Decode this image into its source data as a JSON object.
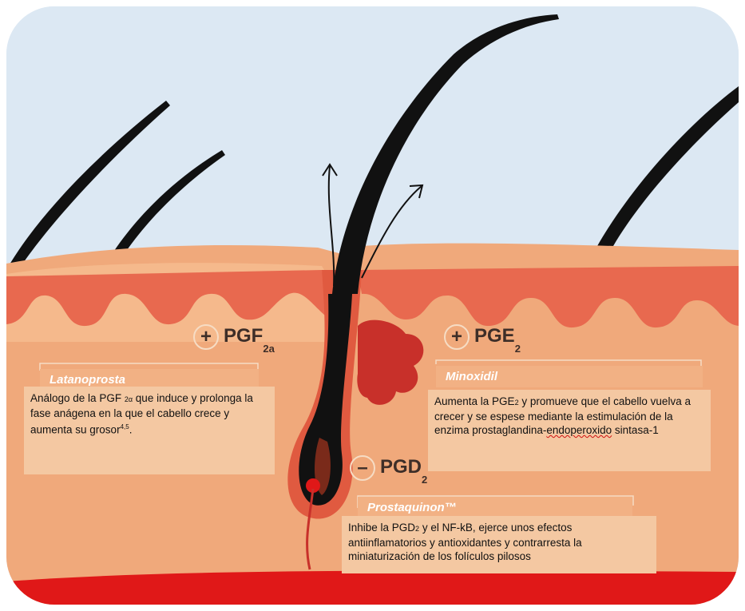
{
  "pgf": {
    "sign": "+",
    "base": "PGF",
    "sub": "2a",
    "title": "Latanoprosta",
    "text_a": "Análogo de la PGF ",
    "text_sub": "2α",
    "text_b": " que induce y prolonga la fase anágena en la que el cabello crece y aumenta su grosor",
    "text_sup": "4,5",
    "text_end": "."
  },
  "pge": {
    "sign": "+",
    "base": "PGE",
    "sub": "2",
    "title": "Minoxidil",
    "text_a": "Aumenta la PGE",
    "text_sub": "2",
    "text_b": " y promueve que el cabello vuelva a crecer y se espese mediante la estimulación de la enzima prostaglandina-",
    "text_squig": "endoperoxido",
    "text_c": " sintasa-1"
  },
  "pgd": {
    "sign": "–",
    "base": "PGD",
    "sub": "2",
    "title": "Prostaquinon™",
    "text_a": "Inhibe la PGD",
    "text_sub": "2",
    "text_b": " y el NF-kB, ejerce unos efectos antiinflamatorios y antioxidantes y contrarresta la miniaturización de los folículos pilosos"
  },
  "colors": {
    "sky": "#dce8f3",
    "skin": "#f5b98c",
    "epidermis": "#e8694f",
    "dermis_red": "#d93a2b",
    "hair": "#111111",
    "blood": "#e01818"
  }
}
